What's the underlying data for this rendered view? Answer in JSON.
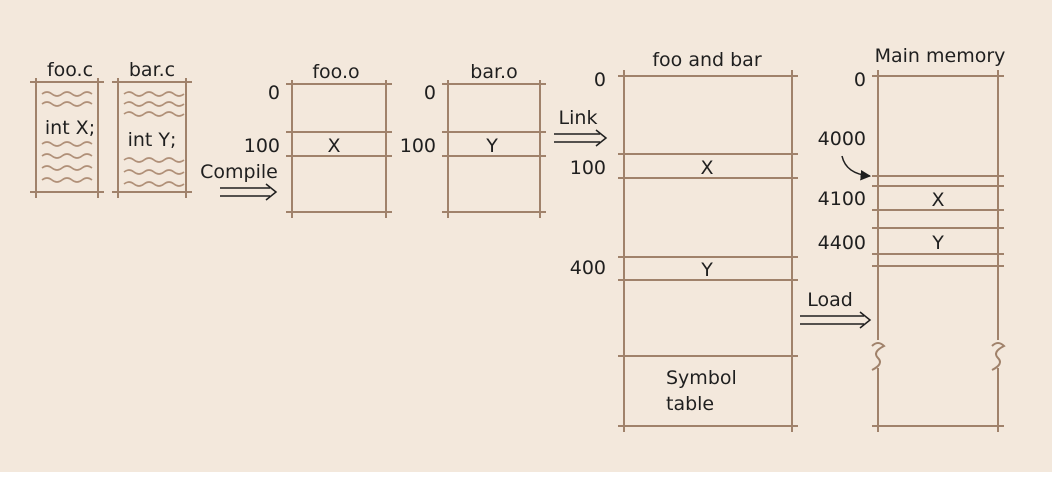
{
  "source_files": [
    {
      "name": "foo.c",
      "code": "int X;"
    },
    {
      "name": "bar.c",
      "code": "int Y;"
    }
  ],
  "compile_label": "Compile",
  "object_files": [
    {
      "name": "foo.o",
      "top_address": "0",
      "var_address": "100",
      "var": "X"
    },
    {
      "name": "bar.o",
      "top_address": "0",
      "var_address": "100",
      "var": "Y"
    }
  ],
  "link_label": "Link",
  "linked": {
    "name": "foo and bar",
    "addresses": {
      "top": "0",
      "x": "100",
      "y": "400"
    },
    "vars": {
      "x": "X",
      "y": "Y"
    },
    "symbol_table_lines": [
      "Symbol",
      "table"
    ]
  },
  "load_label": "Load",
  "memory": {
    "name": "Main memory",
    "addresses": {
      "top": "0",
      "base": "4000",
      "x": "4100",
      "y": "4400"
    },
    "vars": {
      "x": "X",
      "y": "Y"
    }
  },
  "colors": {
    "paper": "#f3e8dc",
    "line": "#a0826b",
    "wave": "#b09078",
    "text": "#1f1f1f"
  }
}
